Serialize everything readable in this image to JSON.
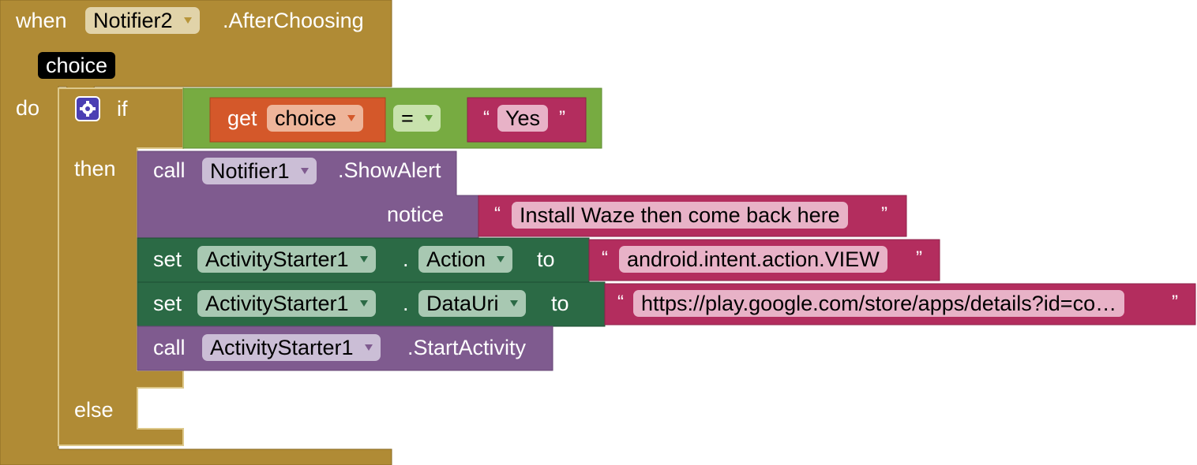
{
  "event_block": {
    "when_label": "when",
    "component": "Notifier2",
    "event_name": ".AfterChoosing",
    "param": "choice",
    "do_label": "do"
  },
  "if_block": {
    "if_label": "if",
    "then_label": "then",
    "else_label": "else",
    "condition": {
      "get_label": "get",
      "variable": "choice",
      "operator": "=",
      "compare_text": "Yes"
    }
  },
  "statements": [
    {
      "call_label": "call",
      "component": "Notifier1",
      "method": ".ShowAlert",
      "arg_label": "notice",
      "arg_text": "Install Waze then come back here"
    },
    {
      "set_label": "set",
      "component": "ActivityStarter1",
      "dot": ".",
      "property": "Action",
      "to_label": "to",
      "value_text": "android.intent.action.VIEW"
    },
    {
      "set_label": "set",
      "component": "ActivityStarter1",
      "dot": ".",
      "property": "DataUri",
      "to_label": "to",
      "value_text": "https://play.google.com/store/apps/details?id=co…"
    },
    {
      "call_label": "call",
      "component": "ActivityStarter1",
      "method": ".StartActivity"
    }
  ],
  "quotes": {
    "open": "“",
    "close": "”"
  },
  "colors": {
    "event": "#b08b35",
    "control": "#b08b35",
    "logic": "#77ab41",
    "variable": "#d4582a",
    "text": "#b32d5e",
    "procedure_call": "#7f5b8f",
    "setter": "#2b6a45",
    "mutator_icon": "#4b3fb3"
  }
}
